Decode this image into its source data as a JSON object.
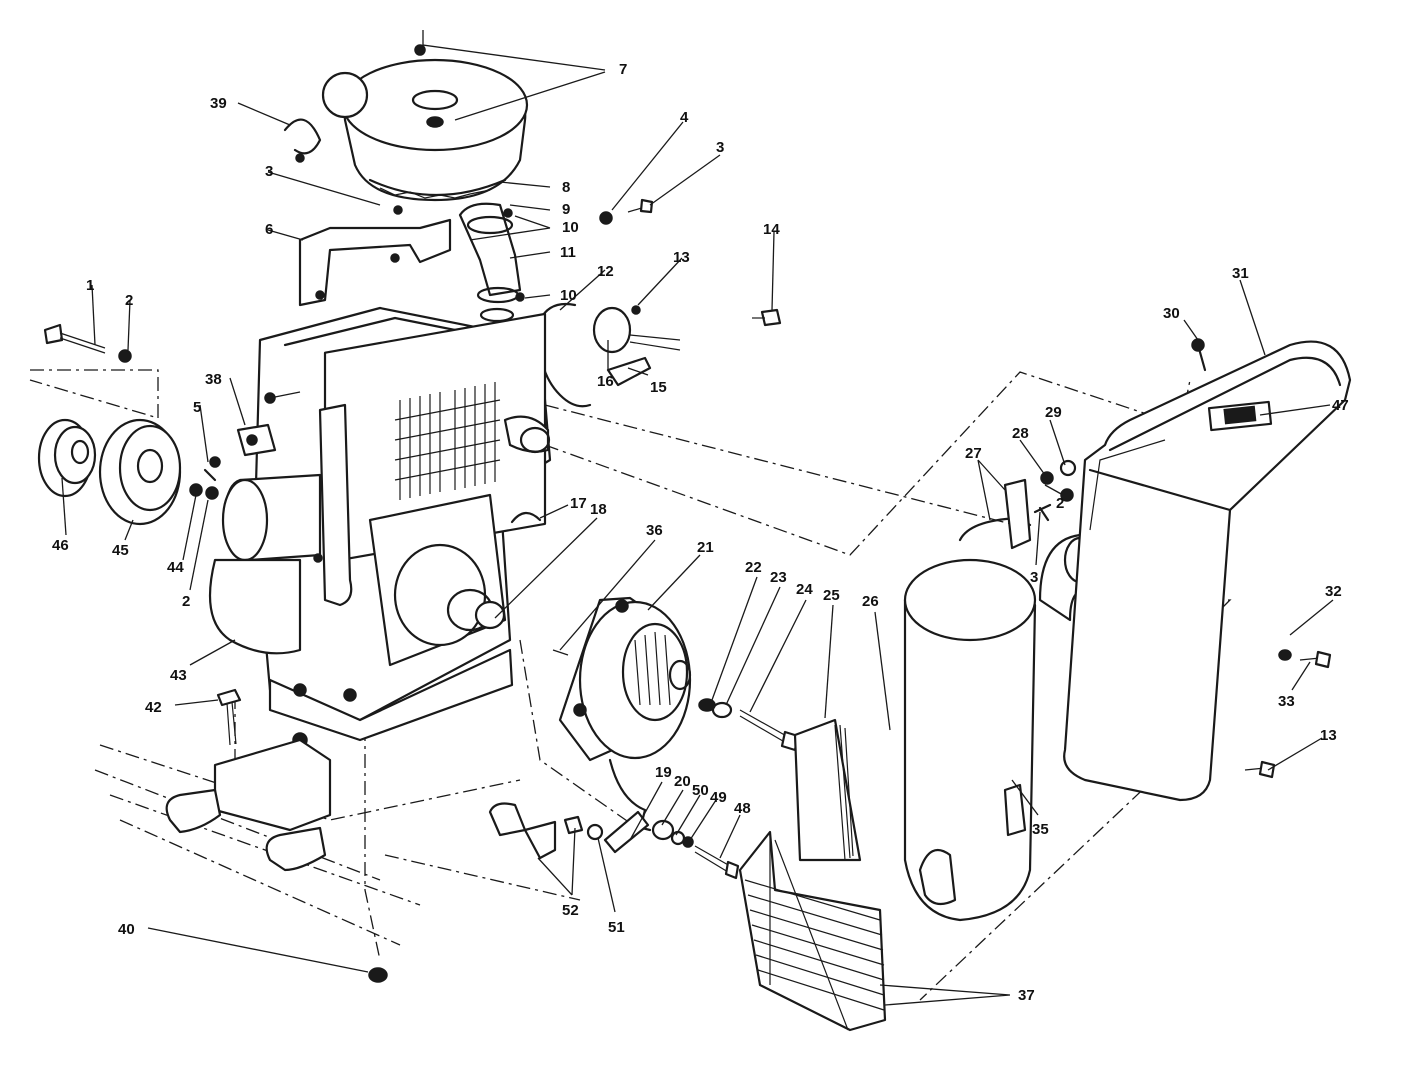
{
  "diagram": {
    "callouts": [
      {
        "id": "c7",
        "text": "7"
      },
      {
        "id": "c39",
        "text": "39"
      },
      {
        "id": "c4",
        "text": "4"
      },
      {
        "id": "c3a",
        "text": "3"
      },
      {
        "id": "c3b",
        "text": "3"
      },
      {
        "id": "c8",
        "text": "8"
      },
      {
        "id": "c9",
        "text": "9"
      },
      {
        "id": "c10a",
        "text": "10"
      },
      {
        "id": "c6",
        "text": "6"
      },
      {
        "id": "c11",
        "text": "11"
      },
      {
        "id": "c14",
        "text": "14"
      },
      {
        "id": "c13a",
        "text": "13"
      },
      {
        "id": "c12",
        "text": "12"
      },
      {
        "id": "c10b",
        "text": "10"
      },
      {
        "id": "c1",
        "text": "1"
      },
      {
        "id": "c2a",
        "text": "2"
      },
      {
        "id": "c16",
        "text": "16"
      },
      {
        "id": "c15",
        "text": "15"
      },
      {
        "id": "c30",
        "text": "30"
      },
      {
        "id": "c31",
        "text": "31"
      },
      {
        "id": "c38",
        "text": "38"
      },
      {
        "id": "c47",
        "text": "47"
      },
      {
        "id": "c5",
        "text": "5"
      },
      {
        "id": "c29",
        "text": "29"
      },
      {
        "id": "c28",
        "text": "28"
      },
      {
        "id": "c27",
        "text": "27"
      },
      {
        "id": "c2b",
        "text": "2"
      },
      {
        "id": "c17",
        "text": "17"
      },
      {
        "id": "c18",
        "text": "18"
      },
      {
        "id": "c3c",
        "text": "3"
      },
      {
        "id": "c46",
        "text": "46"
      },
      {
        "id": "c45",
        "text": "45"
      },
      {
        "id": "c44",
        "text": "44"
      },
      {
        "id": "c2c",
        "text": "2"
      },
      {
        "id": "c36",
        "text": "36"
      },
      {
        "id": "c21",
        "text": "21"
      },
      {
        "id": "c22",
        "text": "22"
      },
      {
        "id": "c23",
        "text": "23"
      },
      {
        "id": "c24",
        "text": "24"
      },
      {
        "id": "c25",
        "text": "25"
      },
      {
        "id": "c26",
        "text": "26"
      },
      {
        "id": "c32",
        "text": "32"
      },
      {
        "id": "c33",
        "text": "33"
      },
      {
        "id": "c43",
        "text": "43"
      },
      {
        "id": "c42",
        "text": "42"
      },
      {
        "id": "c13b",
        "text": "13"
      },
      {
        "id": "c35",
        "text": "35"
      },
      {
        "id": "c19",
        "text": "19"
      },
      {
        "id": "c20",
        "text": "20"
      },
      {
        "id": "c50",
        "text": "50"
      },
      {
        "id": "c49",
        "text": "49"
      },
      {
        "id": "c48",
        "text": "48"
      },
      {
        "id": "c52",
        "text": "52"
      },
      {
        "id": "c51",
        "text": "51"
      },
      {
        "id": "c40",
        "text": "40"
      },
      {
        "id": "c37",
        "text": "37"
      }
    ]
  }
}
